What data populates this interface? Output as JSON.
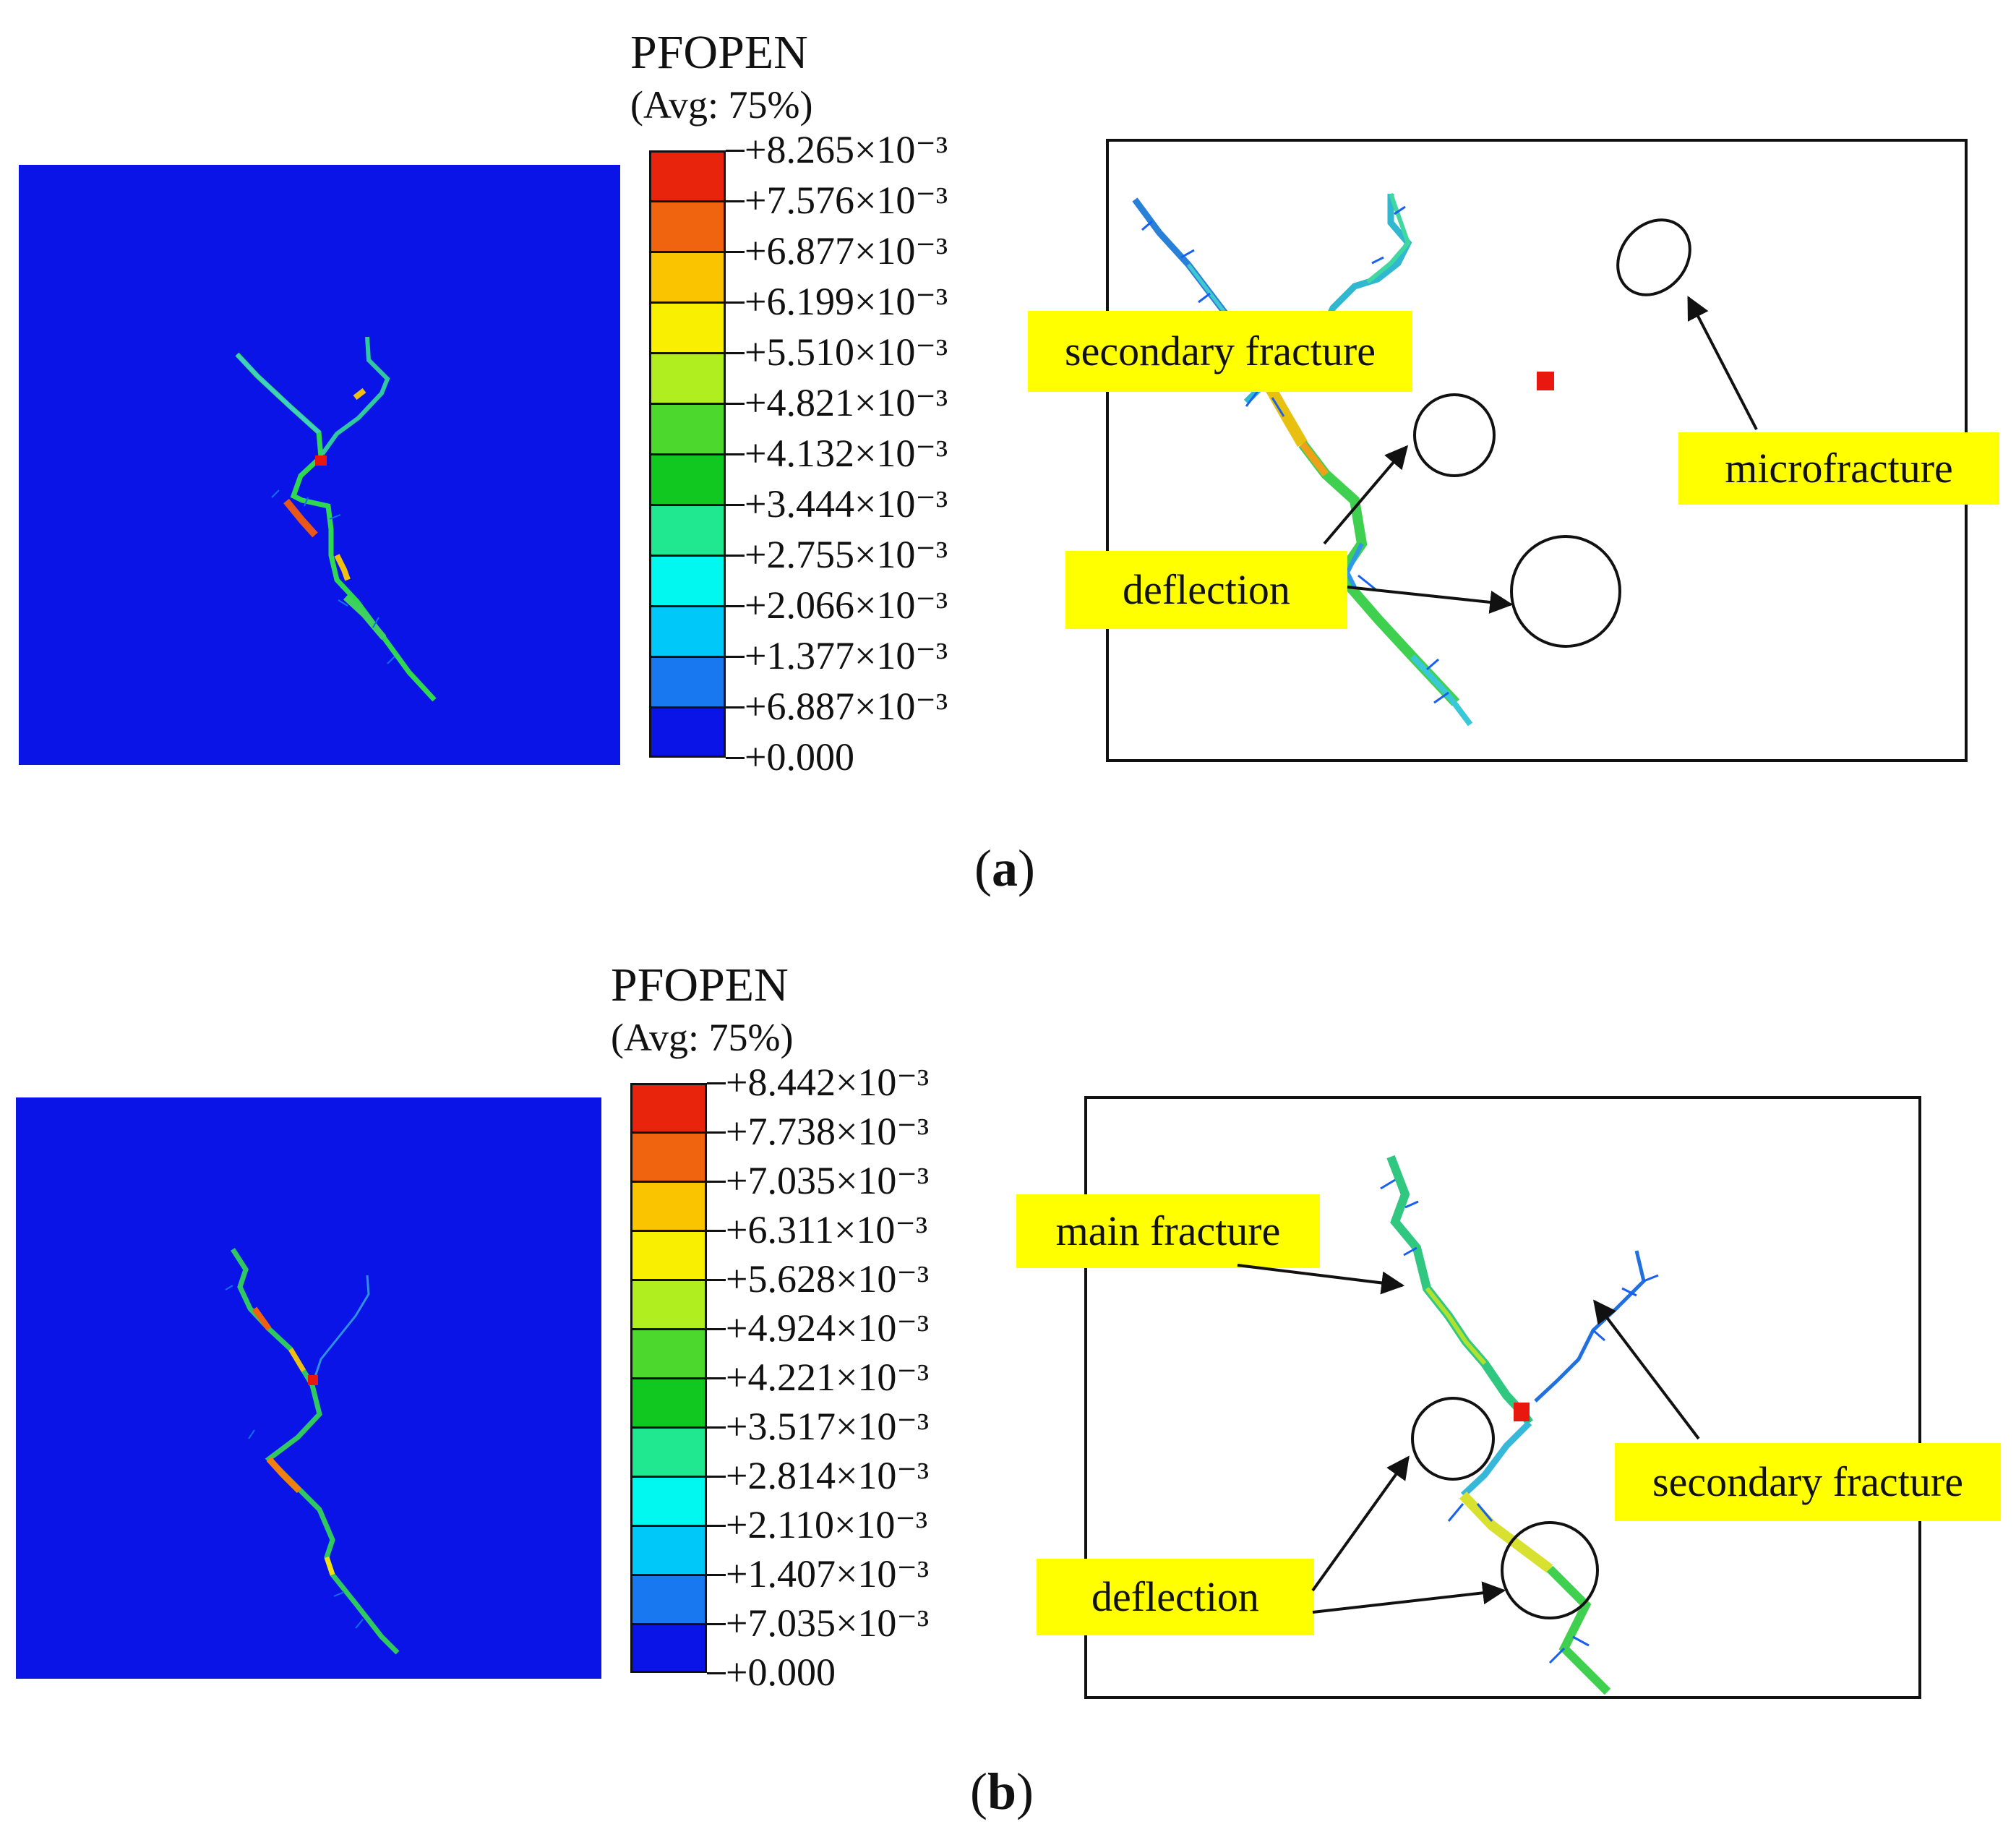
{
  "panels": [
    {
      "caption": "a",
      "legend": {
        "title": "PFOPEN",
        "average": "(Avg: 75%)",
        "ticks": [
          "+8.265×10⁻³",
          "+7.576×10⁻³",
          "+6.877×10⁻³",
          "+6.199×10⁻³",
          "+5.510×10⁻³",
          "+4.821×10⁻³",
          "+4.132×10⁻³",
          "+3.444×10⁻³",
          "+2.755×10⁻³",
          "+2.066×10⁻³",
          "+1.377×10⁻³",
          "+6.887×10⁻³",
          "+0.000"
        ]
      },
      "annotations": {
        "secondary": "secondary fracture",
        "micro": "microfracture",
        "deflection": "deflection"
      }
    },
    {
      "caption": "b",
      "legend": {
        "title": "PFOPEN",
        "average": "(Avg: 75%)",
        "ticks": [
          "+8.442×10⁻³",
          "+7.738×10⁻³",
          "+7.035×10⁻³",
          "+6.311×10⁻³",
          "+5.628×10⁻³",
          "+4.924×10⁻³",
          "+4.221×10⁻³",
          "+3.517×10⁻³",
          "+2.814×10⁻³",
          "+2.110×10⁻³",
          "+1.407×10⁻³",
          "+7.035×10⁻³",
          "+0.000"
        ]
      },
      "annotations": {
        "main": "main fracture",
        "secondary": "secondary fracture",
        "deflection": "deflection"
      }
    }
  ],
  "colors": {
    "legend_bands": [
      "#e8240c",
      "#f06410",
      "#fbc400",
      "#f8f000",
      "#b0ee20",
      "#4cd82c",
      "#10c820",
      "#20e890",
      "#00f8f0",
      "#00c8f8",
      "#1878f0",
      "#0a14e6"
    ],
    "background_blue": "#0a14e6",
    "label_fill": "#ffff00"
  }
}
